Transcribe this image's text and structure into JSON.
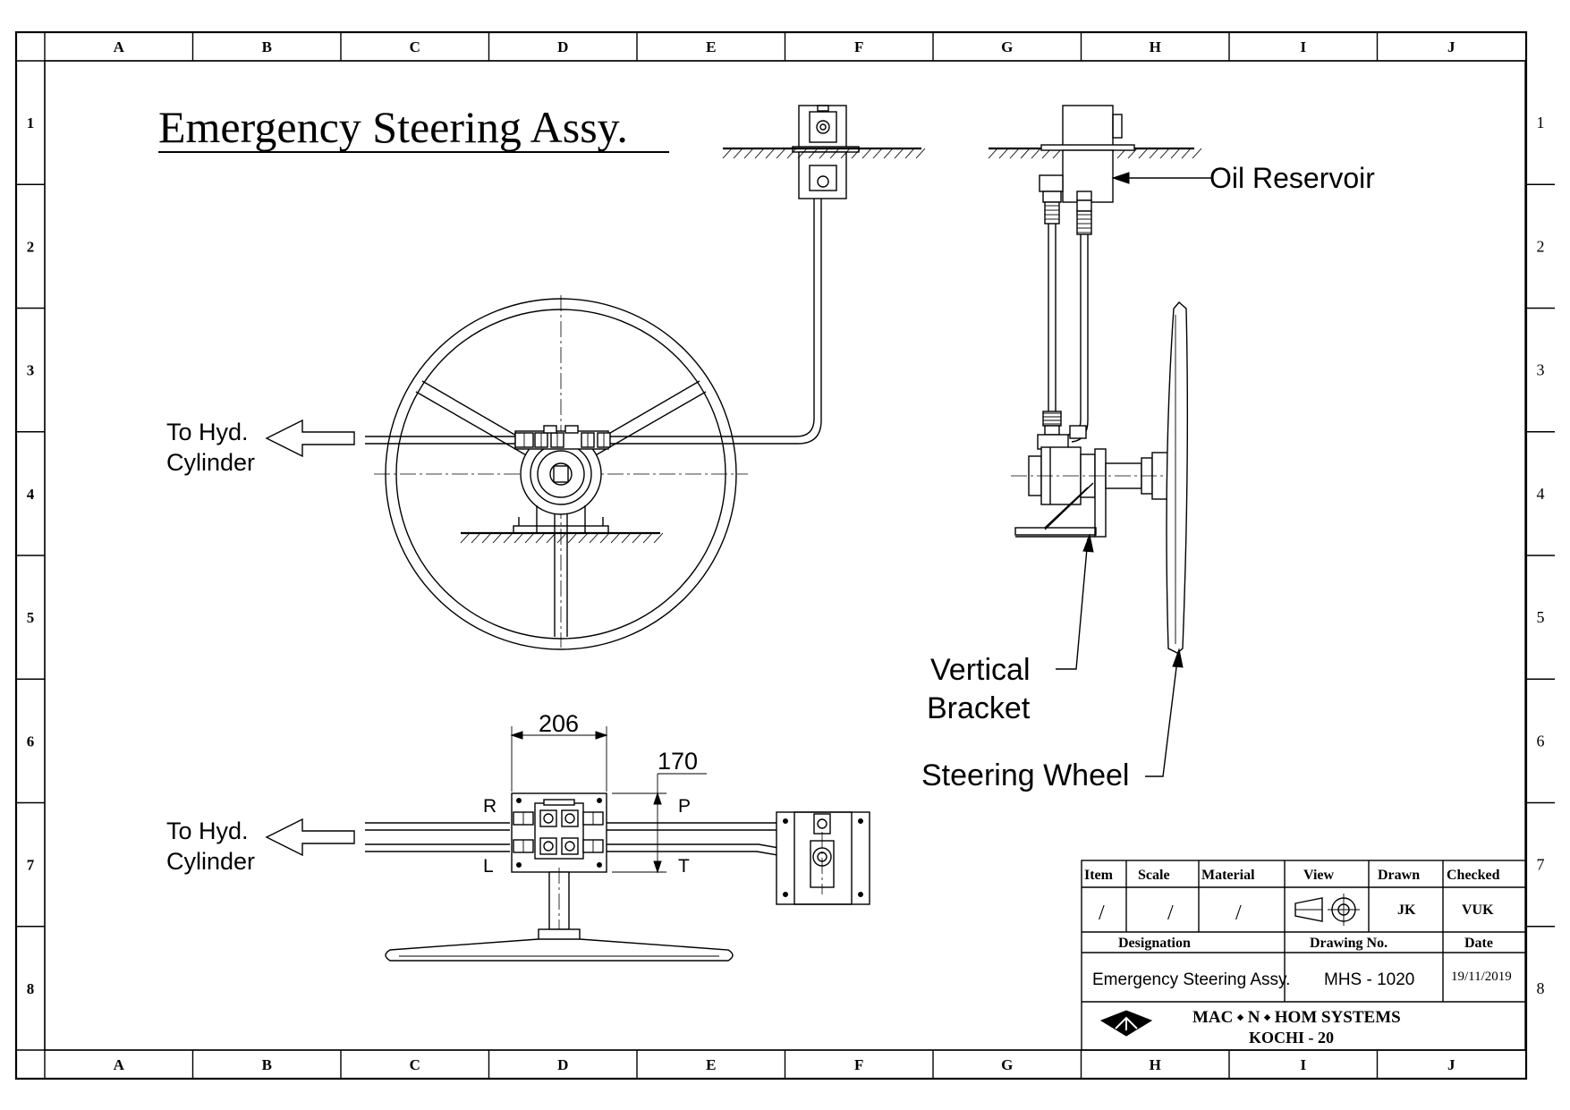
{
  "title": "Emergency Steering Assy.",
  "grid": {
    "columns": [
      "A",
      "B",
      "C",
      "D",
      "E",
      "F",
      "G",
      "H",
      "I",
      "J"
    ],
    "rows": [
      "1",
      "2",
      "3",
      "4",
      "5",
      "6",
      "7",
      "8"
    ]
  },
  "labels": {
    "to_cylinder_top_1": "To Hyd.",
    "to_cylinder_top_2": "Cylinder",
    "to_cylinder_bottom_1": "To Hyd.",
    "to_cylinder_bottom_2": "Cylinder",
    "oil_reservoir": "Oil Reservoir",
    "vertical_bracket_1": "Vertical",
    "vertical_bracket_2": "Bracket",
    "steering_wheel": "Steering Wheel",
    "port_r": "R",
    "port_p": "P",
    "port_l": "L",
    "port_t": "T"
  },
  "dimensions": {
    "width": "206",
    "height": "170"
  },
  "title_block": {
    "headers": {
      "item": "Item",
      "scale": "Scale",
      "material": "Material",
      "view": "View",
      "drawn": "Drawn",
      "checked": "Checked",
      "designation": "Designation",
      "drawing_no": "Drawing No.",
      "date": "Date"
    },
    "values": {
      "item": "/",
      "scale": "/",
      "material": "/",
      "drawn": "JK",
      "checked": "VUK",
      "designation": "Emergency Steering Assy.",
      "drawing_no": "MHS - 1020",
      "date": "19/11/2019"
    },
    "company_line1": "MAC ⬩ N ⬩ HOM  SYSTEMS",
    "company_line2": "KOCHI - 20"
  }
}
